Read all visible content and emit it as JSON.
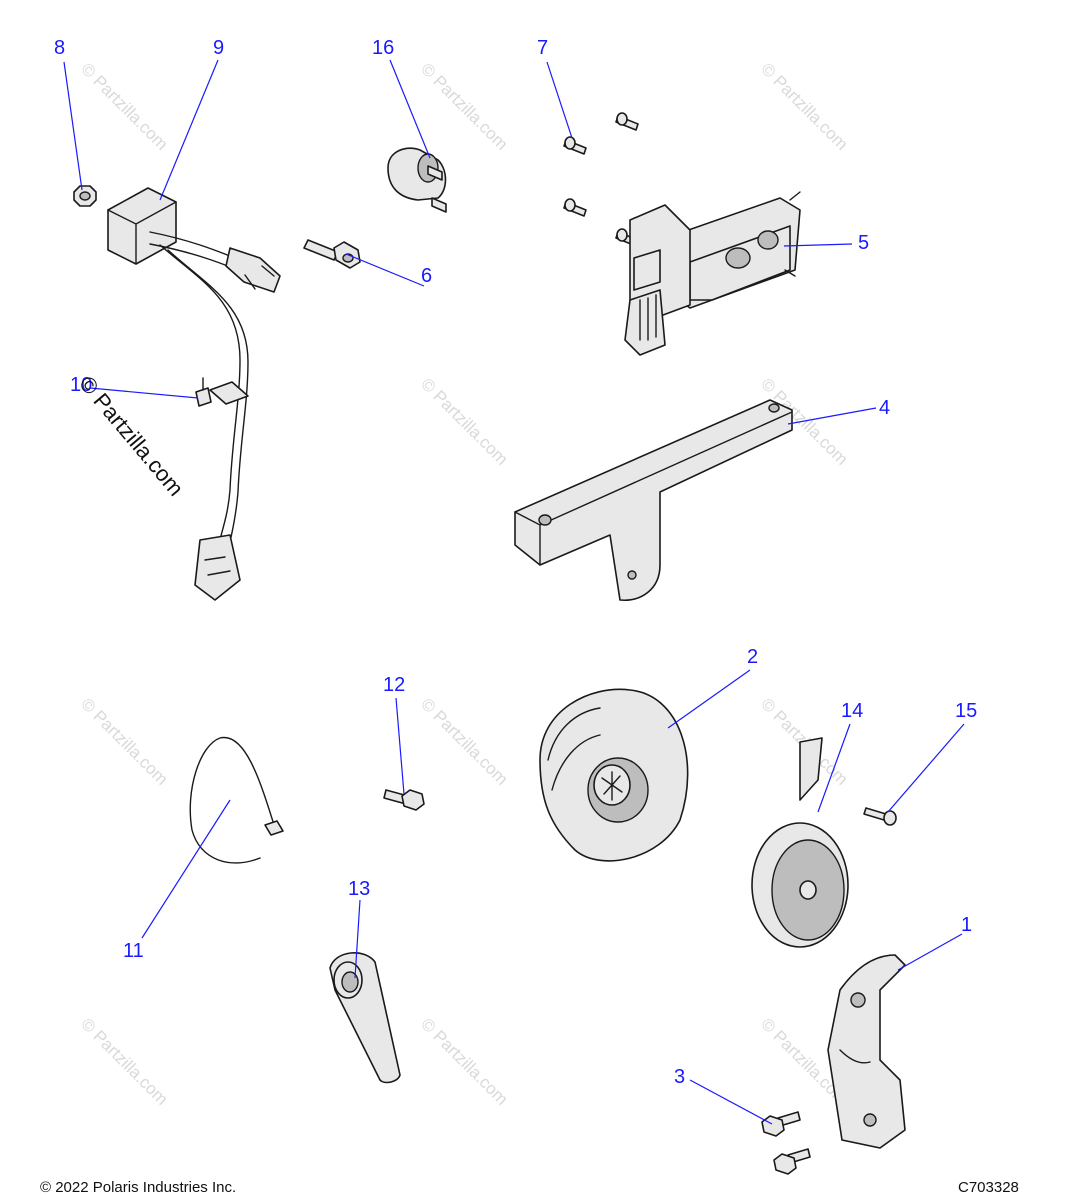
{
  "callouts": {
    "c1": "1",
    "c2": "2",
    "c3": "3",
    "c4": "4",
    "c5": "5",
    "c6": "6",
    "c7": "7",
    "c8": "8",
    "c9": "9",
    "c10": "10",
    "c11": "11",
    "c12": "12",
    "c13": "13",
    "c14": "14",
    "c15": "15",
    "c16": "16"
  },
  "watermark": {
    "text": "© Partzilla.com"
  },
  "footer": {
    "copyright": "© 2022 Polaris Industries Inc.",
    "diagram_code": "C703328"
  },
  "colors": {
    "callout": "#1a1aff",
    "watermark": "#d9d9d9",
    "linework": "#1a1a1a"
  }
}
